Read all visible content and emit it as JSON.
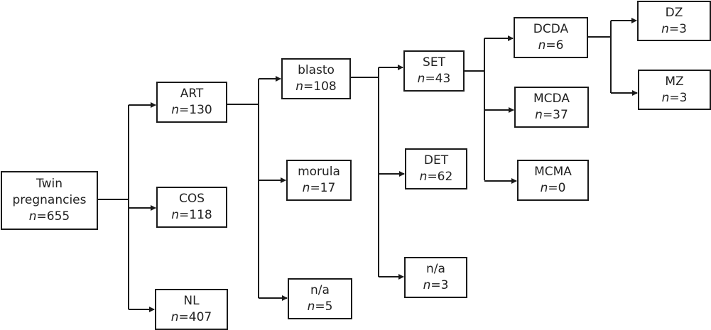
{
  "nodes": {
    "twin": {
      "label": "Twin pregnancies",
      "label_lines": [
        "Twin",
        "pregnancies"
      ],
      "n_var": "n",
      "n_value": "=655"
    },
    "art": {
      "label": "ART",
      "n_var": "n",
      "n_value": "=130"
    },
    "cos": {
      "label": "COS",
      "n_var": "n",
      "n_value": "=118"
    },
    "nl": {
      "label": "NL",
      "n_var": "n",
      "n_value": "=407"
    },
    "blasto": {
      "label": "blasto",
      "n_var": "n",
      "n_value": "=108"
    },
    "morula": {
      "label": "morula",
      "n_var": "n",
      "n_value": "=17"
    },
    "na_embryo": {
      "label": "n/a",
      "n_var": "n",
      "n_value": "=5"
    },
    "set": {
      "label": "SET",
      "n_var": "n",
      "n_value": "=43"
    },
    "det": {
      "label": "DET",
      "n_var": "n",
      "n_value": "=62"
    },
    "na_transfer": {
      "label": "n/a",
      "n_var": "n",
      "n_value": "=3"
    },
    "dcda": {
      "label": "DCDA",
      "n_var": "n",
      "n_value": "=6"
    },
    "mcda": {
      "label": "MCDA",
      "n_var": "n",
      "n_value": "=37"
    },
    "mcma": {
      "label": "MCMA",
      "n_var": "n",
      "n_value": "=0"
    },
    "dz": {
      "label": "DZ",
      "n_var": "n",
      "n_value": "=3"
    },
    "mz": {
      "label": "MZ",
      "n_var": "n",
      "n_value": "=3"
    }
  },
  "edges": [
    [
      "twin",
      "art"
    ],
    [
      "twin",
      "cos"
    ],
    [
      "twin",
      "nl"
    ],
    [
      "art",
      "blasto"
    ],
    [
      "art",
      "morula"
    ],
    [
      "art",
      "na_embryo"
    ],
    [
      "blasto",
      "set"
    ],
    [
      "blasto",
      "det"
    ],
    [
      "blasto",
      "na_transfer"
    ],
    [
      "set",
      "dcda"
    ],
    [
      "set",
      "mcda"
    ],
    [
      "set",
      "mcma"
    ],
    [
      "dcda",
      "dz"
    ],
    [
      "dcda",
      "mz"
    ]
  ],
  "colors": {
    "stroke": "#1a1a1a",
    "text": "#222222",
    "background": "#ffffff"
  }
}
